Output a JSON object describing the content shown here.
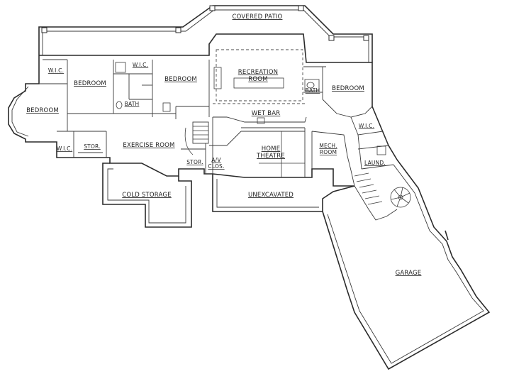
{
  "rooms": {
    "covered_patio": "COVERED PATIO",
    "recreation_room": [
      "RECREATION",
      "ROOM"
    ],
    "wic_left": "W.I.C.",
    "bedroom_a": "BEDROOM",
    "wic_center": "W.I.C.",
    "bedroom_b": "BEDROOM",
    "bath_center": "BATH",
    "bedroom_c": "BEDROOM",
    "bath_right": "BATH",
    "bedroom_d": "BEDROOM",
    "wic_right": "W.I.C.",
    "wet_bar": "WET BAR",
    "wic_lower": "W.I.C.",
    "stor_left": "STOR.",
    "exercise_room": "EXERCISE ROOM",
    "stor_center": "STOR.",
    "av_clos": [
      "A/V",
      "CLOS."
    ],
    "home_theatre": [
      "HOME",
      "THEATRE"
    ],
    "mech_room": [
      "MECH.",
      "ROOM"
    ],
    "laund": "LAUND.",
    "cold_storage": "COLD STORAGE",
    "unexcavated": "UNEXCAVATED",
    "garage": "GARAGE"
  }
}
